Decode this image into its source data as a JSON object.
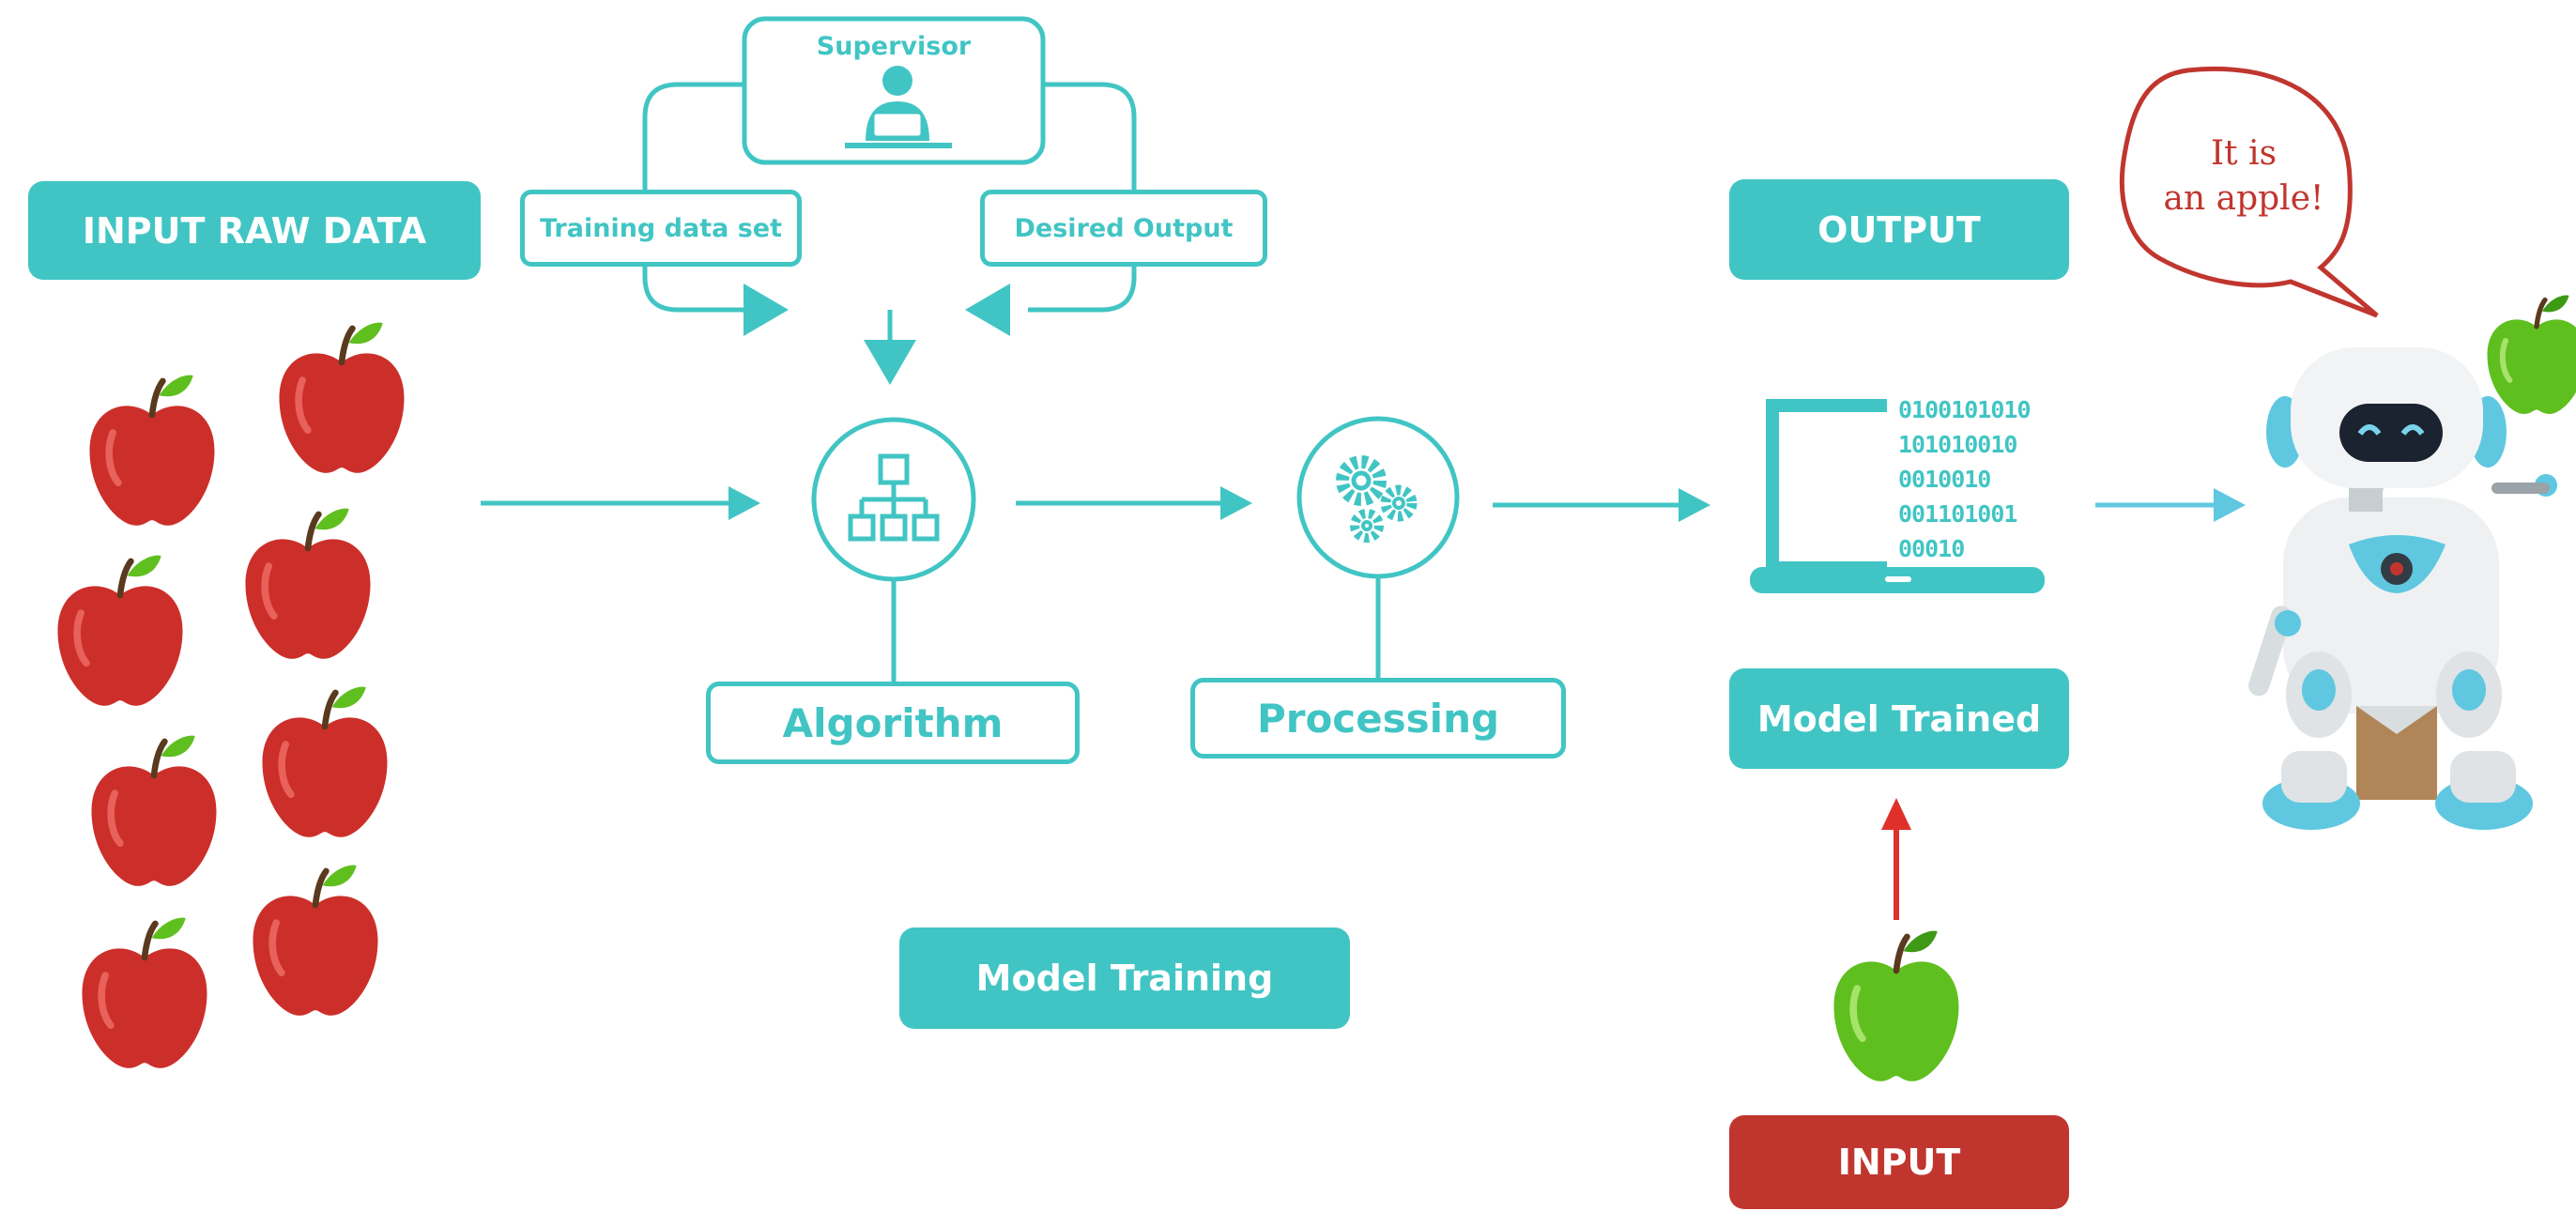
{
  "labels": {
    "input_raw_data": "INPUT RAW DATA",
    "supervisor": "Supervisor",
    "training_data_set": "Training data set",
    "desired_output": "Desired Output",
    "algorithm": "Algorithm",
    "processing": "Processing",
    "model_training": "Model Training",
    "output": "OUTPUT",
    "model_trained": "Model Trained",
    "input": "INPUT"
  },
  "speech_bubble": {
    "line1": "It is",
    "line2": "an apple!"
  },
  "binary_lines": [
    "0100101010",
    "101010010",
    "0010010",
    "001101001",
    "00010"
  ],
  "colors": {
    "teal": "#41c5c4",
    "red": "#c0362e",
    "apple_red": "#cc2f2a",
    "apple_green": "#5fbf1f",
    "arrow_red": "#e0302a",
    "light_blue": "#5fc8e0"
  },
  "icons": {
    "supervisor": "person-at-desk-icon",
    "algorithm": "hierarchy-icon",
    "processing": "gears-icon",
    "output_device": "laptop-icon",
    "robot": "robot-illustration"
  }
}
